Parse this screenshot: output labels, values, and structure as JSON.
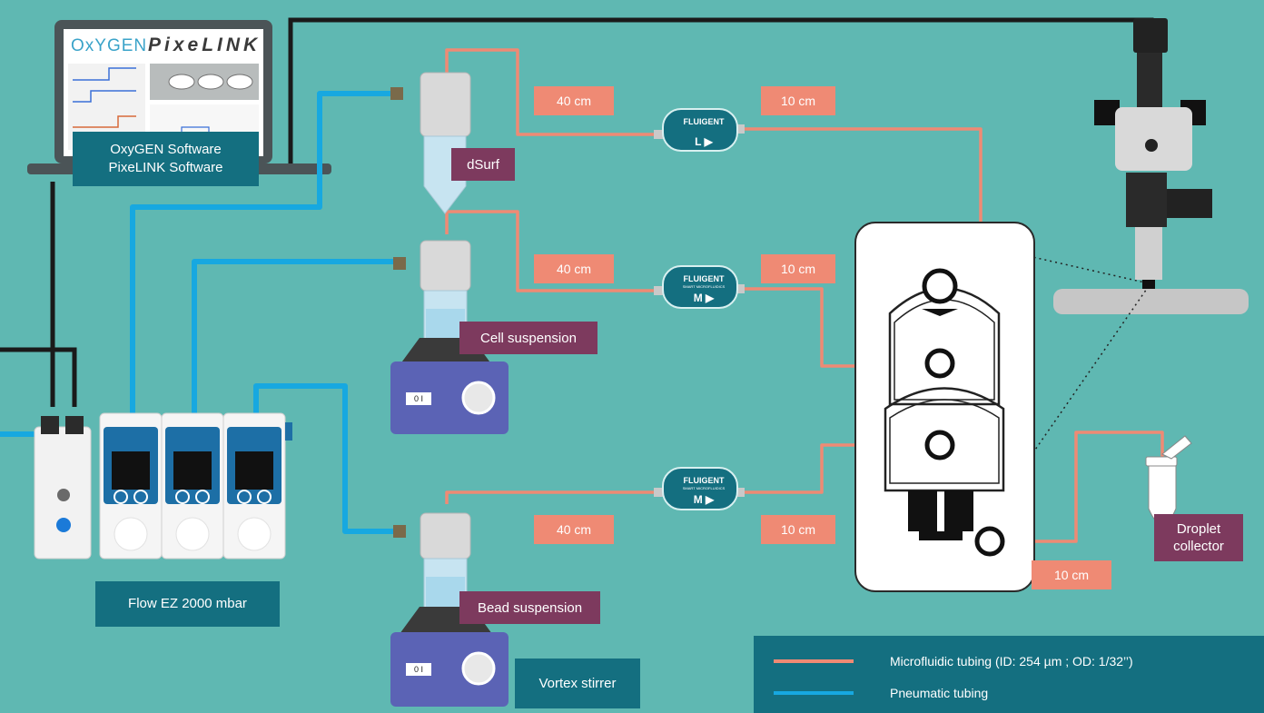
{
  "colors": {
    "background": "#5fb8b2",
    "microfluidic_tubing": "#ef8a74",
    "pneumatic_tubing": "#17a8e0",
    "cable": "#1a1a1a",
    "label_teal": "#146f80",
    "label_plum": "#7d3a5e",
    "device_blue": "#5b63b5",
    "sensor_teal": "#146f80"
  },
  "software": {
    "brand_oxygen": "OxYGEN",
    "brand_pixelink": "PixeLINK",
    "label_line1": "OxyGEN Software",
    "label_line2": "PixeLINK Software"
  },
  "controller": {
    "label": "Flow EZ 2000 mbar"
  },
  "reservoirs": {
    "dsurf": "dSurf",
    "cell": "Cell suspension",
    "bead": "Bead suspension"
  },
  "stirrer": {
    "label": "Vortex stirrer",
    "switch": "0 I"
  },
  "tubing_lengths": {
    "row1_in": "40 cm",
    "row1_out": "10 cm",
    "row2_in": "40 cm",
    "row2_out": "10 cm",
    "row3_in": "40 cm",
    "row3_out": "10 cm",
    "outlet": "10 cm"
  },
  "sensors": {
    "brand": "FLUIGENT",
    "tagline": "SMART MICROFLUIDICS",
    "s1": "L ▶",
    "s2": "M ▶",
    "s3": "M ▶"
  },
  "collector": {
    "line1": "Droplet",
    "line2": "collector"
  },
  "legend": {
    "microfluidic": "Microfluidic tubing (ID: 254 µm ; OD: 1/32’’)",
    "pneumatic": "Pneumatic tubing"
  }
}
